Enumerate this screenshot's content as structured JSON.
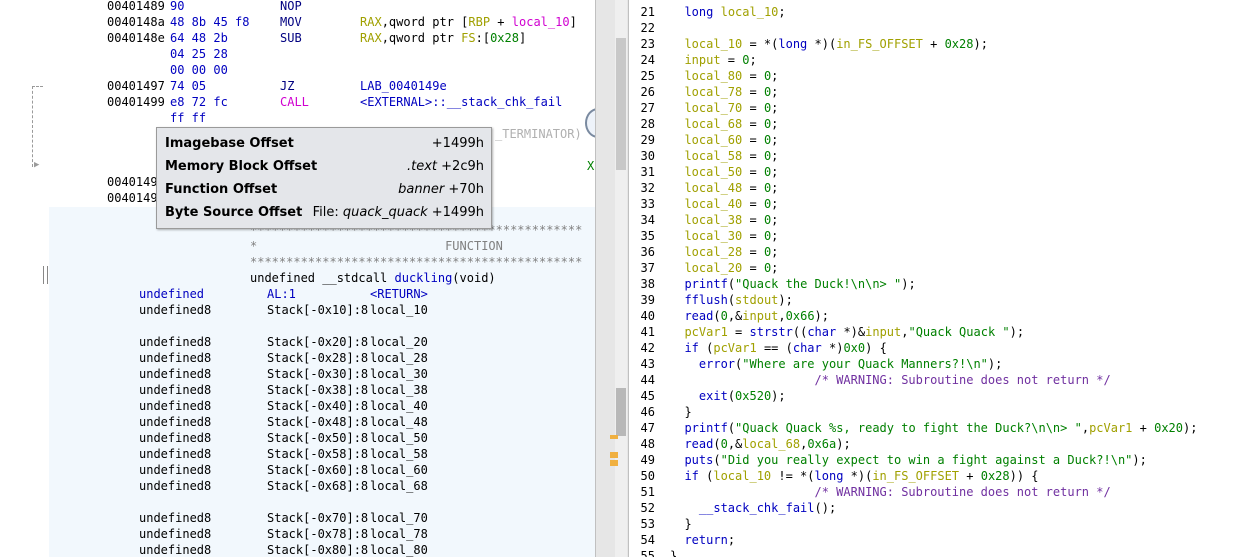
{
  "listing": {
    "instructions": [
      {
        "addr": "00401489",
        "bytes": "90",
        "mnem": "NOP",
        "ops": ""
      },
      {
        "addr": "0040148a",
        "bytes": "48 8b 45 f8",
        "mnem": "MOV",
        "ops": "RAX,qword ptr [RBP + local_10]"
      },
      {
        "addr": "0040148e",
        "bytes": "64 48 2b",
        "mnem": "SUB",
        "ops": "RAX,qword ptr FS:[0x28]"
      },
      {
        "addr": "",
        "bytes": "04 25 28",
        "mnem": "",
        "ops": ""
      },
      {
        "addr": "",
        "bytes": "00 00 00",
        "mnem": "",
        "ops": ""
      },
      {
        "addr": "00401497",
        "bytes": "74 05",
        "mnem": "JZ",
        "ops": "LAB_0040149e"
      },
      {
        "addr": "00401499",
        "bytes": "e8 72 fc",
        "mnem": "CALL",
        "ops": "<EXTERNAL>::__stack_chk_fail"
      },
      {
        "addr": "",
        "bytes": "ff ff",
        "mnem": "",
        "ops": ""
      }
    ],
    "hidden_line_frag": "_TERMINATOR)",
    "x_frag": "X",
    "addr_frag1": "0040149",
    "addr_frag2": "0040149",
    "stars1": "**********************************************",
    "function_banner": "*                          FUNCTION",
    "stars2": "**********************************************",
    "signature": "undefined __stdcall duckling(void)",
    "return_row": {
      "type": "undefined",
      "loc": "AL:1",
      "name": "<RETURN>"
    },
    "stack_vars": [
      {
        "type": "undefined8",
        "loc": "Stack[-0x10]:8",
        "name": "local_10"
      },
      {
        "type": "",
        "loc": "",
        "name": ""
      },
      {
        "type": "undefined8",
        "loc": "Stack[-0x20]:8",
        "name": "local_20"
      },
      {
        "type": "undefined8",
        "loc": "Stack[-0x28]:8",
        "name": "local_28"
      },
      {
        "type": "undefined8",
        "loc": "Stack[-0x30]:8",
        "name": "local_30"
      },
      {
        "type": "undefined8",
        "loc": "Stack[-0x38]:8",
        "name": "local_38"
      },
      {
        "type": "undefined8",
        "loc": "Stack[-0x40]:8",
        "name": "local_40"
      },
      {
        "type": "undefined8",
        "loc": "Stack[-0x48]:8",
        "name": "local_48"
      },
      {
        "type": "undefined8",
        "loc": "Stack[-0x50]:8",
        "name": "local_50"
      },
      {
        "type": "undefined8",
        "loc": "Stack[-0x58]:8",
        "name": "local_58"
      },
      {
        "type": "undefined8",
        "loc": "Stack[-0x60]:8",
        "name": "local_60"
      },
      {
        "type": "undefined8",
        "loc": "Stack[-0x68]:8",
        "name": "local_68"
      },
      {
        "type": "",
        "loc": "",
        "name": ""
      },
      {
        "type": "undefined8",
        "loc": "Stack[-0x70]:8",
        "name": "local_70"
      },
      {
        "type": "undefined8",
        "loc": "Stack[-0x78]:8",
        "name": "local_78"
      },
      {
        "type": "undefined8",
        "loc": "Stack[-0x80]:8",
        "name": "local_80"
      }
    ]
  },
  "tooltip": {
    "rows": [
      {
        "label": "Imagebase Offset",
        "prefix": "",
        "italic": "",
        "value": "+1499h"
      },
      {
        "label": "Memory Block Offset",
        "prefix": "",
        "italic": ".text",
        "value": " +2c9h"
      },
      {
        "label": "Function Offset",
        "prefix": "",
        "italic": "banner",
        "value": " +70h"
      },
      {
        "label": "Byte Source Offset",
        "prefix": "File: ",
        "italic": "quack_quack",
        "value": " +1499h"
      }
    ]
  },
  "decompiler": {
    "lines": [
      {
        "n": "21",
        "t": "  long local_10;"
      },
      {
        "n": "22",
        "t": ""
      },
      {
        "n": "23",
        "t": "  local_10 = *(long *)(in_FS_OFFSET + 0x28);"
      },
      {
        "n": "24",
        "t": "  input = 0;"
      },
      {
        "n": "25",
        "t": "  local_80 = 0;"
      },
      {
        "n": "26",
        "t": "  local_78 = 0;"
      },
      {
        "n": "27",
        "t": "  local_70 = 0;"
      },
      {
        "n": "28",
        "t": "  local_68 = 0;"
      },
      {
        "n": "29",
        "t": "  local_60 = 0;"
      },
      {
        "n": "30",
        "t": "  local_58 = 0;"
      },
      {
        "n": "31",
        "t": "  local_50 = 0;"
      },
      {
        "n": "32",
        "t": "  local_48 = 0;"
      },
      {
        "n": "33",
        "t": "  local_40 = 0;"
      },
      {
        "n": "34",
        "t": "  local_38 = 0;"
      },
      {
        "n": "35",
        "t": "  local_30 = 0;"
      },
      {
        "n": "36",
        "t": "  local_28 = 0;"
      },
      {
        "n": "37",
        "t": "  local_20 = 0;"
      },
      {
        "n": "38",
        "t": "  printf(\"Quack the Duck!\\n\\n> \");"
      },
      {
        "n": "39",
        "t": "  fflush(stdout);"
      },
      {
        "n": "40",
        "t": "  read(0,&input,0x66);"
      },
      {
        "n": "41",
        "t": "  pcVar1 = strstr((char *)&input,\"Quack Quack \");"
      },
      {
        "n": "42",
        "t": "  if (pcVar1 == (char *)0x0) {"
      },
      {
        "n": "43",
        "t": "    error(\"Where are your Quack Manners?!\\n\");"
      },
      {
        "n": "44",
        "t": "                    /* WARNING: Subroutine does not return */"
      },
      {
        "n": "45",
        "t": "    exit(0x520);"
      },
      {
        "n": "46",
        "t": "  }"
      },
      {
        "n": "47",
        "t": "  printf(\"Quack Quack %s, ready to fight the Duck?\\n\\n> \",pcVar1 + 0x20);"
      },
      {
        "n": "48",
        "t": "  read(0,&local_68,0x6a);"
      },
      {
        "n": "49",
        "t": "  puts(\"Did you really expect to win a fight against a Duck?!\\n\");"
      },
      {
        "n": "50",
        "t": "  if (local_10 != *(long *)(in_FS_OFFSET + 0x28)) {"
      },
      {
        "n": "51",
        "t": "                    /* WARNING: Subroutine does not return */"
      },
      {
        "n": "52",
        "t": "    __stack_chk_fail();"
      },
      {
        "n": "53",
        "t": "  }"
      },
      {
        "n": "54",
        "t": "  return;"
      },
      {
        "n": "55",
        "t": "}"
      }
    ]
  }
}
